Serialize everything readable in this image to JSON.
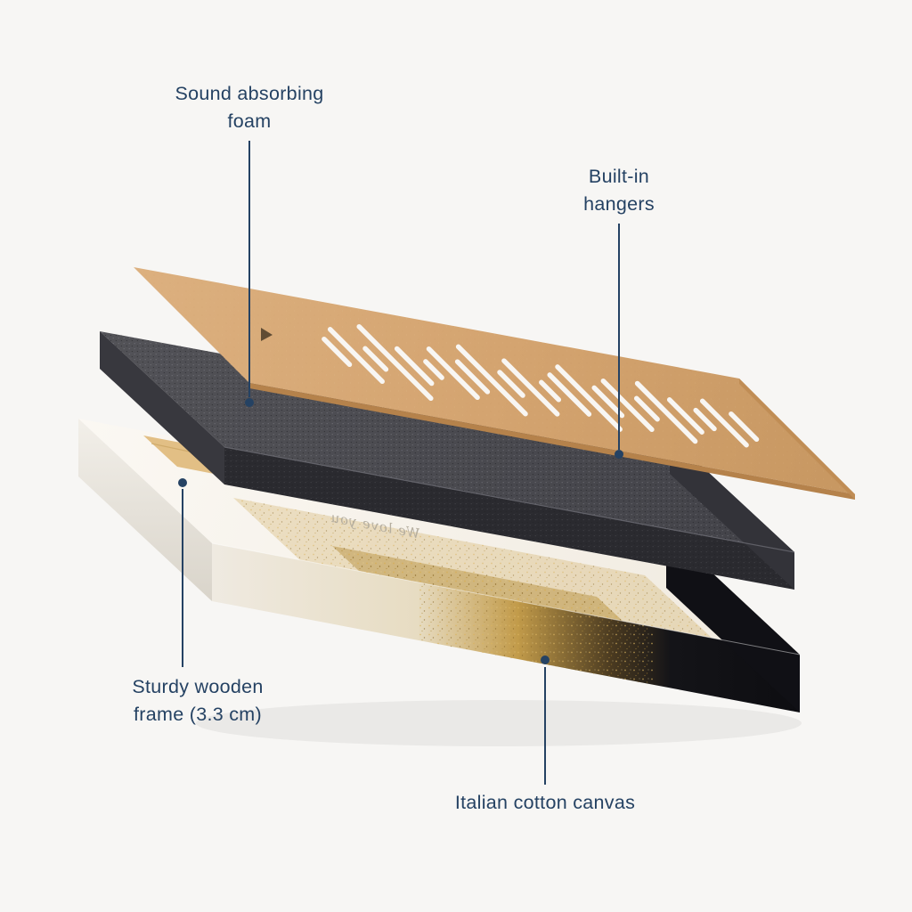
{
  "diagram": {
    "labels": {
      "foam": "Sound absorbing\nfoam",
      "hangers": "Built-in\nhangers",
      "frame": "Sturdy wooden\nframe (3.3 cm)",
      "canvas": "Italian cotton canvas"
    },
    "canvas_print_text": "We love you",
    "colors": {
      "background": "#f7f6f4",
      "label": "#254263",
      "board": "#d4a470",
      "foam": "#47474c",
      "canvas": "#f7f3ec",
      "gold": "#c9a24c"
    },
    "soundwave_pattern": [
      0.22,
      0.45,
      0.18,
      0.62,
      0.3,
      0.14,
      0.42,
      0.26,
      0.58,
      0.2,
      0.46,
      0.15,
      0.34,
      0.54,
      0.24,
      0.42,
      0.18,
      0.5,
      0.28,
      0.16,
      0.38,
      0.22
    ]
  }
}
